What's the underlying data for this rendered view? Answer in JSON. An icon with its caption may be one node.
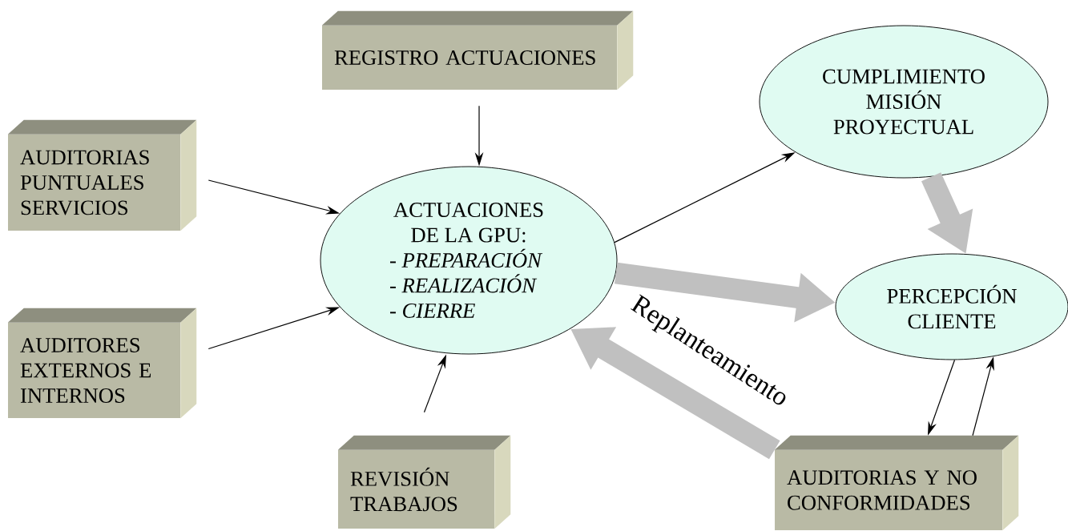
{
  "diagram": {
    "nodes": [
      {
        "text": [
          "REGISTRO ACTUACIONES"
        ]
      },
      {
        "text": [
          "CUMPLIMIENTO MISIÓN PROYECTUAL"
        ]
      },
      {
        "text": [
          "AUDITORIAS PUNTUALES SERVICIOS"
        ]
      },
      {
        "text": [
          "ACTUACIONES DE LA GPU:",
          "- *PREPARACIÓN*",
          "- *REALIZACIÓN*",
          "- *CIERRE*"
        ]
      },
      {
        "text": [
          "PERCEPCIÓN CLIENTE"
        ]
      },
      {
        "text": [
          "AUDITORES EXTERNOS E INTERNOS"
        ]
      },
      {
        "text": [
          "REVISIÓN TRABAJOS"
        ]
      },
      {
        "text": [
          "AUDITORIAS Y NO CONFORMIDADES"
        ]
      }
    ],
    "edges": [
      {
        "from": 0,
        "to": 3,
        "arrow": "to"
      },
      {
        "from": 2,
        "to": 3,
        "arrow": "to"
      },
      {
        "from": 5,
        "to": 3,
        "arrow": "to"
      },
      {
        "from": 6,
        "to": 3,
        "arrow": "to"
      },
      {
        "from": 3,
        "to": 1,
        "arrow": "to"
      },
      {
        "from": 3,
        "to": 4,
        "arrow": "to",
        "style": "thick",
        "color": "#c0c0c0"
      },
      {
        "from": 1,
        "to": 4,
        "arrow": "to",
        "style": "thick",
        "color": "#c0c0c0"
      },
      {
        "from": 4,
        "to": 7,
        "arrow": "to"
      },
      {
        "from": 7,
        "to": 4,
        "arrow": "to"
      },
      {
        "from": 7,
        "to": 3,
        "arrow": "to",
        "style": "thick",
        "color": "#c0c0c0",
        "label": "Replanteamiento"
      }
    ]
  }
}
